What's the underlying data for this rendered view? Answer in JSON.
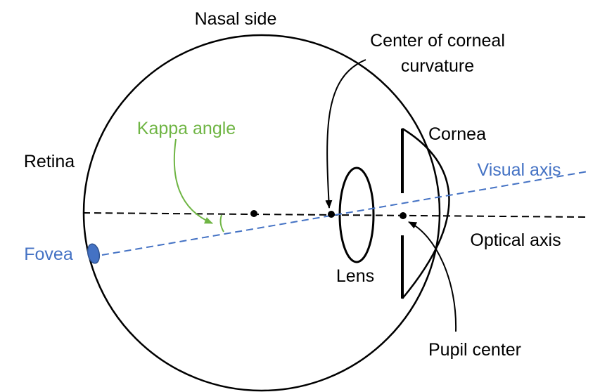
{
  "diagram": {
    "labels": {
      "nasal_side": "Nasal side",
      "center_line1": "Center of corneal",
      "center_line2": "curvature",
      "kappa_angle": "Kappa angle",
      "cornea": "Cornea",
      "retina": "Retina",
      "visual_axis": "Visual axis",
      "fovea": "Fovea",
      "optical_axis": "Optical axis",
      "lens": "Lens",
      "pupil_center": "Pupil center"
    },
    "colors": {
      "outline": "#000000",
      "kappa": "#6fb544",
      "visual_axis": "#4472c4",
      "fovea_fill": "#4472c4"
    }
  }
}
